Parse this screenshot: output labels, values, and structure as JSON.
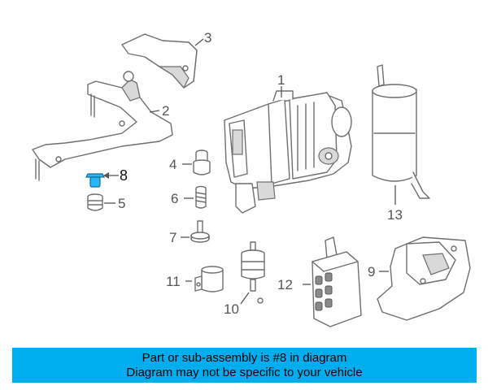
{
  "diagram": {
    "callouts": [
      {
        "id": "1",
        "label": "1"
      },
      {
        "id": "2",
        "label": "2"
      },
      {
        "id": "3",
        "label": "3"
      },
      {
        "id": "4",
        "label": "4"
      },
      {
        "id": "5",
        "label": "5"
      },
      {
        "id": "6",
        "label": "6"
      },
      {
        "id": "7",
        "label": "7"
      },
      {
        "id": "8",
        "label": "8",
        "highlighted": true
      },
      {
        "id": "9",
        "label": "9"
      },
      {
        "id": "10",
        "label": "10"
      },
      {
        "id": "11",
        "label": "11"
      },
      {
        "id": "12",
        "label": "12"
      },
      {
        "id": "13",
        "label": "13"
      }
    ],
    "highlight_color": "#29b6f6"
  },
  "banner": {
    "line1": "Part or sub-assembly is #8 in diagram",
    "line2": "Diagram may not be specific to your vehicle",
    "background": "#00aeef"
  }
}
